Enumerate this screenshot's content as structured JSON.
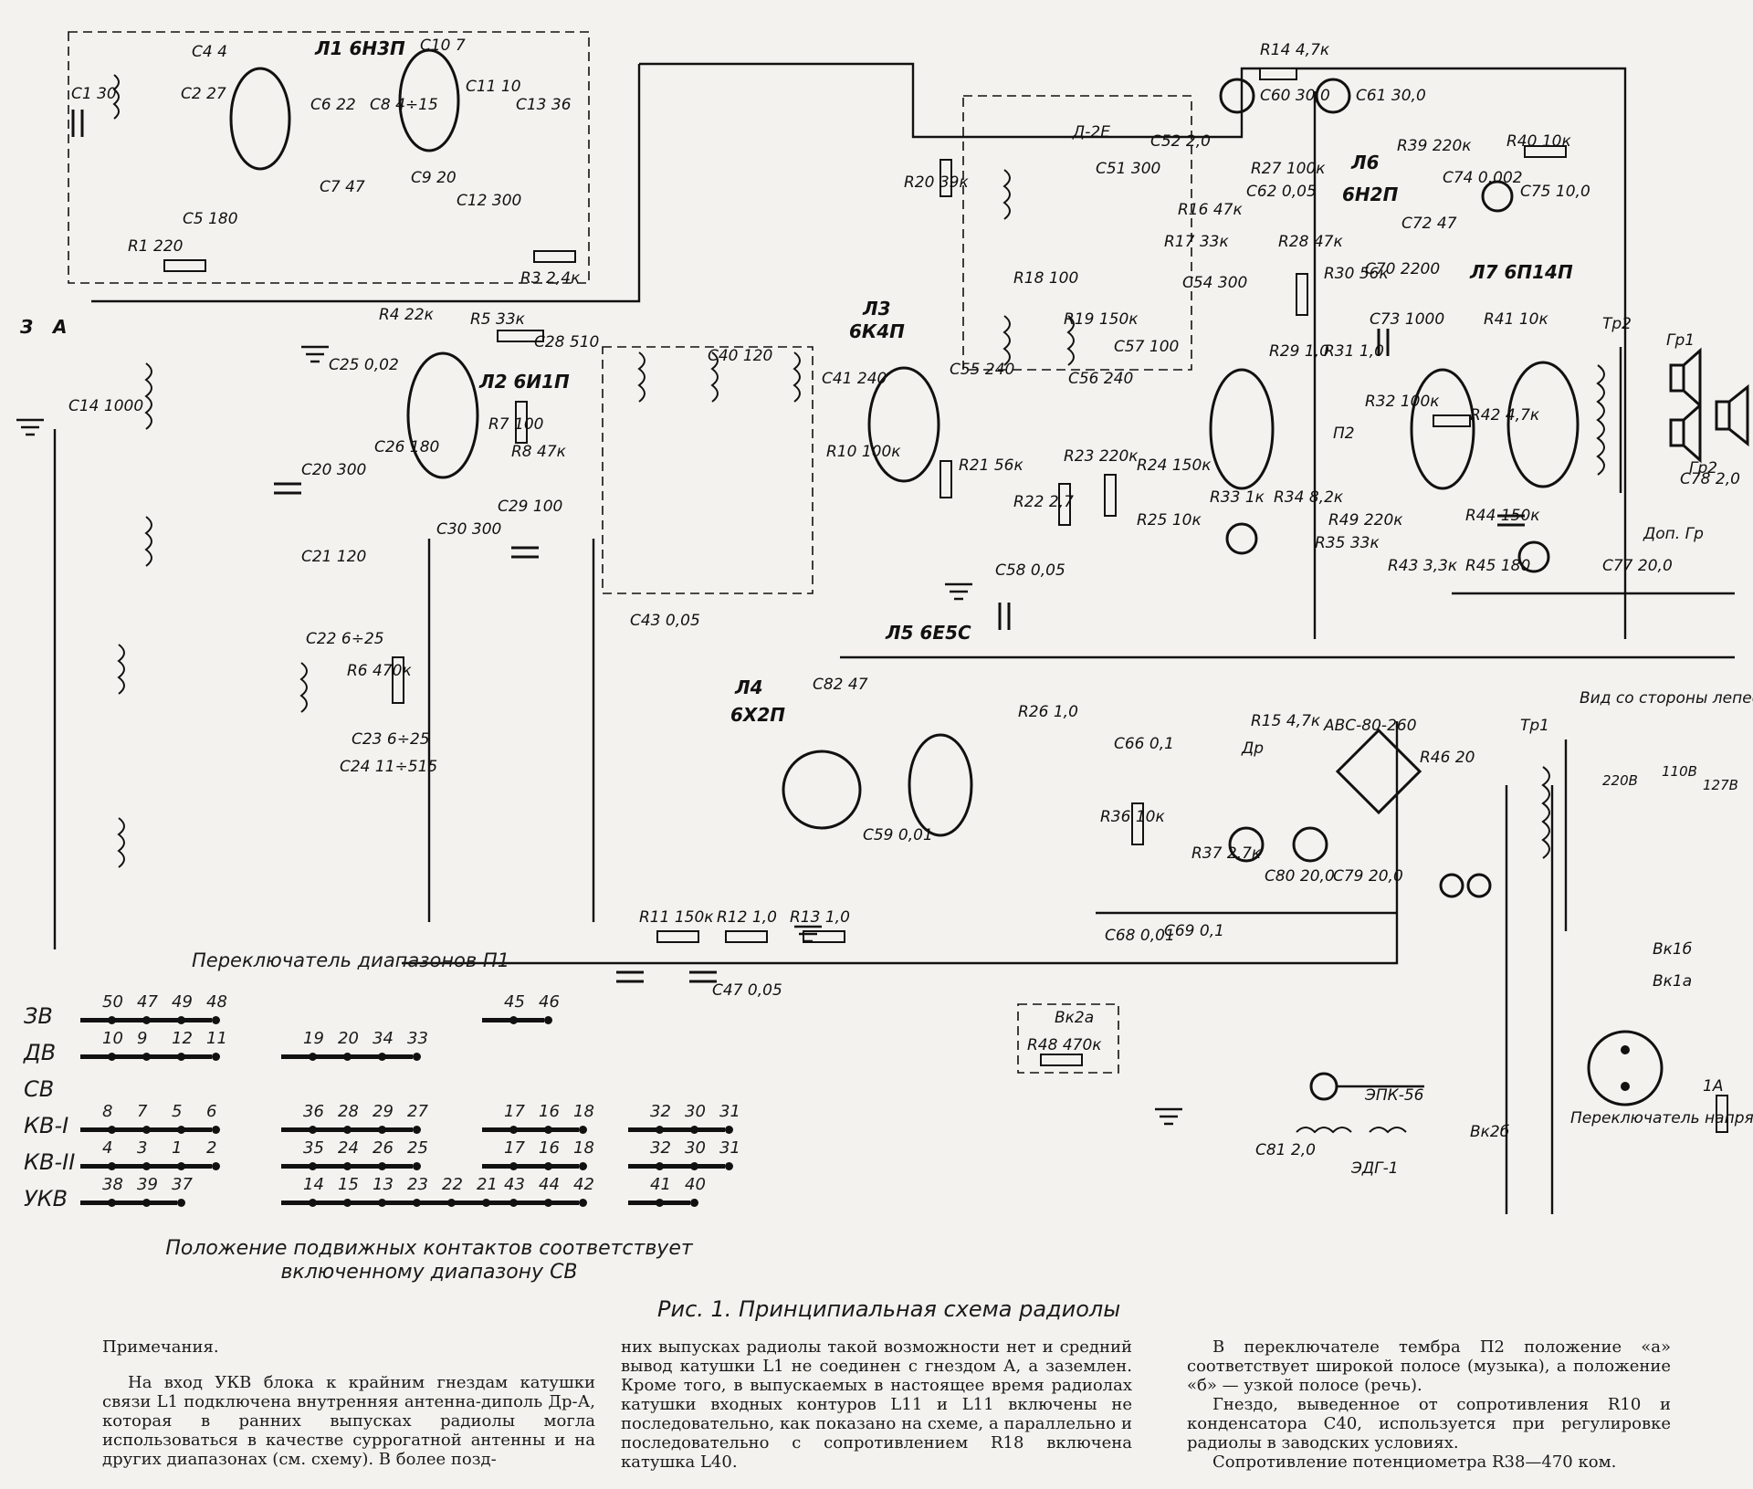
{
  "tubes": {
    "l1": "Л1 6Н3П",
    "l2": "Л2 6И1П",
    "l3": "Л3",
    "l3_type": "6К4П",
    "l4": "Л4",
    "l4_type": "6Х2П",
    "l5": "Л5 6Е5С",
    "l6": "Л6",
    "l6_type": "6Н2П",
    "l7": "Л7 6П14П",
    "tr1": "Тр1",
    "tr2": "Тр2"
  },
  "components": {
    "c1": "C1 30",
    "c2": "C2 27",
    "c4": "C4 4",
    "c5": "C5 180",
    "c6": "C6 22",
    "c7": "C7 47",
    "c8": "C8 4÷15",
    "c9": "C9 20",
    "c10": "C10 7",
    "c11": "C11 10",
    "c12": "C12 300",
    "c13": "C13 36",
    "c14": "C14 1000",
    "c20": "C20 300",
    "c21": "C21 120",
    "c22": "C22 6÷25",
    "c23": "C23 6÷25",
    "c24": "C24 11÷515",
    "c25": "C25 0,02",
    "c26": "C26 180",
    "c28": "C28 510",
    "c29": "C29 100",
    "c30": "C30 300",
    "c40": "C40 120",
    "c41": "C41 240",
    "c43": "C43 0,05",
    "c47": "C47 0,05",
    "c51": "C51 300",
    "c52": "C52 2,0",
    "c54": "C54 300",
    "c55": "C55 240",
    "c56": "C56 240",
    "c57": "C57 100",
    "c58": "C58 0,05",
    "c59": "C59 0,01",
    "c60": "C60 30,0",
    "c61": "C61 30,0",
    "c62": "C62 0,05",
    "c66": "C66 0,1",
    "c68": "C68 0,01",
    "c69": "C69 0,1",
    "c70": "C70 2200",
    "c72": "C72 47",
    "c73": "C73 1000",
    "c74": "C74 0,002",
    "c75": "C75 10,0",
    "c77": "C77 20,0",
    "c78": "C78 2,0",
    "c79": "C79 20,0",
    "c80": "C80 20,0",
    "c81": "C81 2,0",
    "c82": "C82 47",
    "r1": "R1 220",
    "r3": "R3 2,4к",
    "r4": "R4 22к",
    "r5": "R5 33к",
    "r6": "R6 470к",
    "r7": "R7 100",
    "r8": "R8 47к",
    "r10": "R10 100к",
    "r11": "R11 150к",
    "r12": "R12 1,0",
    "r13": "R13 1,0",
    "r14": "R14 4,7к",
    "r15": "R15 4,7к",
    "r16": "R16 47к",
    "r17": "R17 33к",
    "r18": "R18 100",
    "r19": "R19 150к",
    "r20": "R20 39к",
    "r21": "R21 56к",
    "r22": "R22 2,7",
    "r23": "R23 220к",
    "r24": "R24 150к",
    "r25": "R25 10к",
    "r26": "R26 1,0",
    "r27": "R27 100к",
    "r28": "R28 47к",
    "r29": "R29 1,0",
    "r30": "R30 56к",
    "r31": "R31 1,0",
    "r32": "R32 100к",
    "r33": "R33 1к",
    "r34": "R34 8,2к",
    "r35": "R35 33к",
    "r36": "R36 10к",
    "r37": "R37 2,7к",
    "r39": "R39 220к",
    "r40": "R40 10к",
    "r41": "R41 10к",
    "r42": "R42 4,7к",
    "r43": "R43 3,3к",
    "r44": "R44 150к",
    "r45": "R45 180",
    "r46": "R46 20",
    "r48": "R48 470к",
    "r49": "R49 220к",
    "d1": "Д-2Е",
    "rect": "АВС-80-260",
    "dr": "Др",
    "epk": "ЭПК-56",
    "edg": "ЭДГ-1",
    "gr1": "Гр1",
    "gr2": "Гр2",
    "dop_gr": "Доп. Гр",
    "fuse": "1А",
    "vk1a": "Вк1а",
    "vk1b": "Вк1б",
    "vk2a": "Вк2а",
    "vk2b": "Вк2б",
    "antenna_3": "З",
    "antenna_a": "А",
    "p2": "П2",
    "mains_view": "Вид со стороны лепестков",
    "mains_selector": "Переключатель напряжения сети",
    "voltages": {
      "v110": "110В",
      "v127": "127В",
      "v220": "220В"
    }
  },
  "switch_caption": "Переключатель диапазонов П1",
  "switch_rows": [
    {
      "name": "ЗВ",
      "groups": [
        [
          "50",
          "47",
          "49",
          "48"
        ],
        [],
        [
          "45",
          "46"
        ],
        []
      ]
    },
    {
      "name": "ДВ",
      "groups": [
        [
          "10",
          "9",
          "12",
          "11"
        ],
        [
          "19",
          "20",
          "34",
          "33"
        ],
        [],
        []
      ]
    },
    {
      "name": "СВ",
      "groups": [
        [],
        [],
        [],
        []
      ]
    },
    {
      "name": "КВ-I",
      "groups": [
        [
          "8",
          "7",
          "5",
          "6"
        ],
        [
          "36",
          "28",
          "29",
          "27"
        ],
        [
          "17",
          "16",
          "18"
        ],
        [
          "32",
          "30",
          "31"
        ]
      ]
    },
    {
      "name": "КВ-II",
      "groups": [
        [
          "4",
          "3",
          "1",
          "2"
        ],
        [
          "35",
          "24",
          "26",
          "25"
        ],
        [
          "17",
          "16",
          "18"
        ],
        [
          "32",
          "30",
          "31"
        ]
      ]
    },
    {
      "name": "УКВ",
      "groups": [
        [
          "38",
          "39",
          "37"
        ],
        [
          "14",
          "15",
          "13",
          "23",
          "22",
          "21"
        ],
        [
          "43",
          "44",
          "42"
        ],
        [
          "41",
          "40"
        ]
      ]
    }
  ],
  "switch_note": "Положение подвижных контактов соответствует включенному диапазону СВ",
  "figure_caption": "Рис. 1. Принципиальная схема радиолы",
  "notes": {
    "heading": "Примечания.",
    "col1": "На вход УКВ блока к крайним гнездам катушки связи L1 подключена внутренняя антенна-диполь Др-А, которая в ранних выпусках радиолы могла использоваться в качестве суррогатной антенны и на других диапазонах (см. схему). В более позд-",
    "col2": "них выпусках радиолы такой возможности нет и средний вывод катушки L1 не соединен с гнездом А, а заземлен. Кроме того, в выпускаемых в настоящее время радиолах катушки входных контуров L11 и L11 включены не последовательно, как показано на схеме, а параллельно и последовательно с сопротивлением R18 включена катушка L40.",
    "col3_a": "В переключателе тембра П2 положение «а» соответствует широкой полосе (музыка), а положение «б» — узкой полосе (речь).",
    "col3_b": "Гнездо, выведенное от сопротивления R10 и конденсатора C40, используется при регулировке радиолы в заводских условиях.",
    "col3_c": "Сопротивление потенциометра R38—470 ком."
  }
}
